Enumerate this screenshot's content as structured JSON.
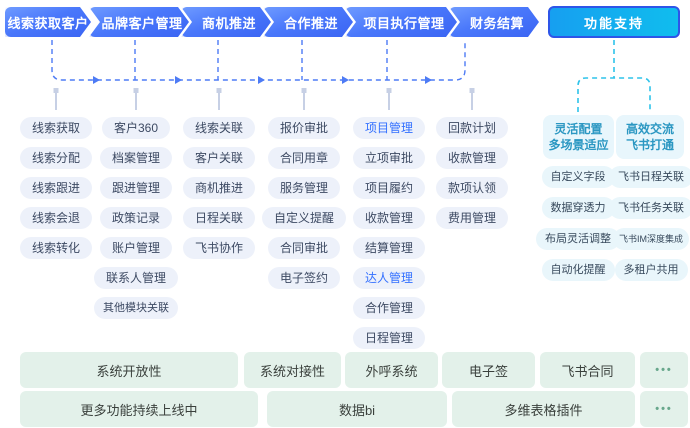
{
  "flow_steps": [
    {
      "label": "线索获取客户"
    },
    {
      "label": "品牌客户管理"
    },
    {
      "label": "商机推进"
    },
    {
      "label": "合作推进"
    },
    {
      "label": "项目执行管理"
    },
    {
      "label": "财务结算"
    }
  ],
  "support_button": {
    "label": "功能支持"
  },
  "columns": [
    {
      "step": "线索获取客户",
      "items": [
        {
          "label": "线索获取"
        },
        {
          "label": "线索分配"
        },
        {
          "label": "线索跟进"
        },
        {
          "label": "线索会退"
        },
        {
          "label": "线索转化"
        }
      ]
    },
    {
      "step": "品牌客户管理",
      "items": [
        {
          "label": "客户360"
        },
        {
          "label": "档案管理"
        },
        {
          "label": "跟进管理"
        },
        {
          "label": "政策记录"
        },
        {
          "label": "账户管理"
        },
        {
          "label": "联系人管理"
        },
        {
          "label": "其他模块关联"
        }
      ]
    },
    {
      "step": "商机推进",
      "items": [
        {
          "label": "线索关联"
        },
        {
          "label": "客户关联"
        },
        {
          "label": "商机推进"
        },
        {
          "label": "日程关联"
        },
        {
          "label": "飞书协作"
        }
      ]
    },
    {
      "step": "合作推进",
      "items": [
        {
          "label": "报价审批"
        },
        {
          "label": "合同用章"
        },
        {
          "label": "服务管理"
        },
        {
          "label": "自定义提醒"
        },
        {
          "label": "合同审批"
        },
        {
          "label": "电子签约"
        }
      ]
    },
    {
      "step": "项目执行管理",
      "items": [
        {
          "label": "项目管理",
          "accent": true
        },
        {
          "label": "立项审批"
        },
        {
          "label": "项目履约"
        },
        {
          "label": "收款管理"
        },
        {
          "label": "结算管理"
        },
        {
          "label": "达人管理",
          "accent": true
        },
        {
          "label": "合作管理"
        },
        {
          "label": "日程管理"
        }
      ]
    },
    {
      "step": "财务结算",
      "items": [
        {
          "label": "回款计划"
        },
        {
          "label": "收款管理"
        },
        {
          "label": "款项认领"
        },
        {
          "label": "费用管理"
        }
      ]
    }
  ],
  "support_groups": [
    {
      "title_line1": "灵活配置",
      "title_line2": "多场景适应",
      "items": [
        {
          "label": "自定义字段"
        },
        {
          "label": "数据穿透力"
        },
        {
          "label": "布局灵活调整"
        },
        {
          "label": "自动化提醒"
        }
      ]
    },
    {
      "title_line1": "高效交流",
      "title_line2": "飞书打通",
      "items": [
        {
          "label": "飞书日程关联"
        },
        {
          "label": "飞书任务关联"
        },
        {
          "label": "飞书IM深度集成"
        },
        {
          "label": "多租户共用"
        }
      ]
    }
  ],
  "bottom_rows": [
    {
      "cells": [
        {
          "label": "系统开放性"
        },
        {
          "label": "系统对接性"
        },
        {
          "label": "外呼系统"
        },
        {
          "label": "电子签"
        },
        {
          "label": "飞书合同"
        },
        {
          "label": "•••"
        }
      ]
    },
    {
      "cells": [
        {
          "label": "更多功能持续上线中"
        },
        {
          "label": "数据bi"
        },
        {
          "label": "多维表格插件"
        },
        {
          "label": "•••"
        }
      ]
    }
  ],
  "colors": {
    "flow_blue": "#3a64f3",
    "accent_text": "#3370ff",
    "support_cyan": "#10bdee",
    "support_text": "#2b97c2",
    "pill_bg": "#edf1fa",
    "bottom_bg": "#e3f1ea",
    "dots_green": "#68a78c",
    "wire_blue": "#4d7bf5",
    "wire_gray": "#c7d0e5",
    "wire_cyan": "#2ec3ea"
  }
}
